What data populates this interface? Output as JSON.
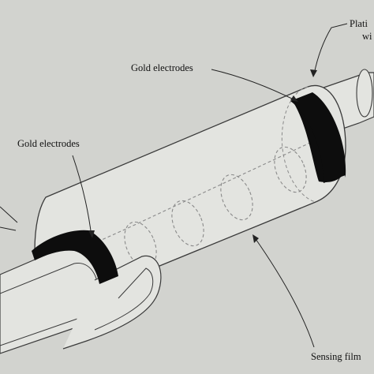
{
  "colors": {
    "background": "#d2d3cf",
    "tube_fill": "#e3e4e0",
    "outline": "#3a3a3a",
    "electrode": "#0d0d0d",
    "dashed": "#8a8a8a"
  },
  "labels": {
    "gold_electrodes_upper": "Gold electrodes",
    "gold_electrodes_lower": "Gold electrodes",
    "sensing_film": "Sensing film",
    "platinum_wire_line1": "Plati",
    "platinum_wire_line2": "wi"
  }
}
